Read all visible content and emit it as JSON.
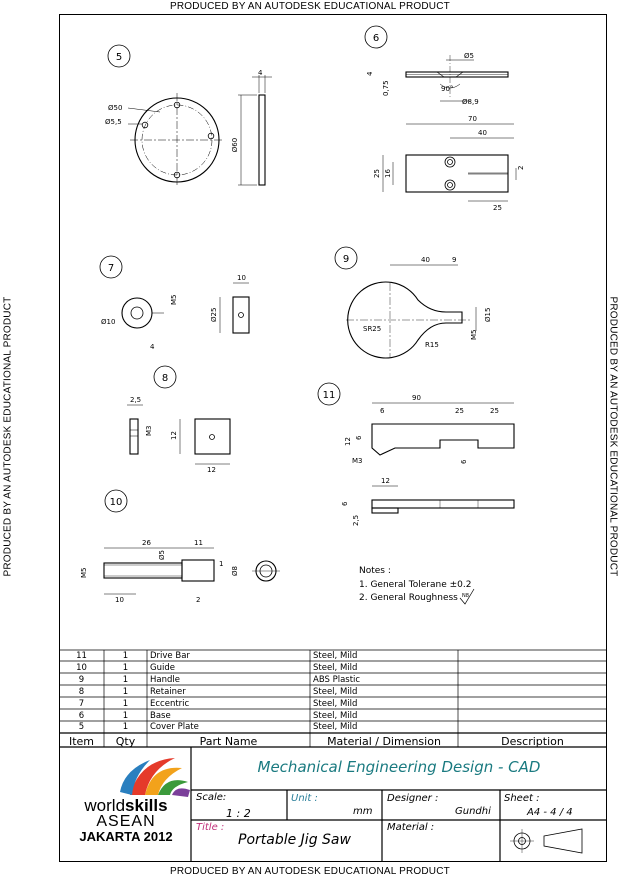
{
  "watermark": "PRODUCED BY AN AUTODESK EDUCATIONAL PRODUCT",
  "views": {
    "v5": {
      "balloon": "5",
      "dims": [
        "Ø50",
        "Ø5,5",
        "Ø60",
        "4"
      ]
    },
    "v6": {
      "balloon": "6",
      "dims": [
        "Ø5",
        "4",
        "0,75",
        "90°",
        "Ø8,9",
        "70",
        "40",
        "25",
        "16",
        "2",
        "25"
      ]
    },
    "v7": {
      "balloon": "7",
      "dims": [
        "M5",
        "Ø10",
        "4",
        "10",
        "Ø25"
      ]
    },
    "v8": {
      "balloon": "8",
      "dims": [
        "2,5",
        "M3",
        "12",
        "12"
      ]
    },
    "v9": {
      "balloon": "9",
      "dims": [
        "40",
        "9",
        "SR25",
        "R15",
        "Ø15",
        "M5"
      ]
    },
    "v10": {
      "balloon": "10",
      "dims": [
        "26",
        "11",
        "Ø5",
        "M5",
        "Ø8",
        "1",
        "10",
        "2"
      ]
    },
    "v11": {
      "balloon": "11",
      "dims": [
        "90",
        "6",
        "25",
        "25",
        "12",
        "6",
        "M3",
        "6",
        "12",
        "6",
        "2,5"
      ]
    }
  },
  "notes": {
    "title": "Notes :",
    "items": [
      "1. General Tolerane ±0.2",
      "2. General Roughness"
    ],
    "roughness_symbol": "N8"
  },
  "bom": {
    "headers": [
      "Item",
      "Qty",
      "Part Name",
      "Material / Dimension",
      "Description"
    ],
    "rows": [
      [
        "11",
        "1",
        "Drive Bar",
        "Steel, Mild",
        ""
      ],
      [
        "10",
        "1",
        "Guide",
        "Steel, Mild",
        ""
      ],
      [
        "9",
        "1",
        "Handle",
        "ABS Plastic",
        ""
      ],
      [
        "8",
        "1",
        "Retainer",
        "Steel, Mild",
        ""
      ],
      [
        "7",
        "1",
        "Eccentric",
        "Steel, Mild",
        ""
      ],
      [
        "6",
        "1",
        "Base",
        "Steel, Mild",
        ""
      ],
      [
        "5",
        "1",
        "Cover Plate",
        "Steel, Mild",
        ""
      ]
    ]
  },
  "title_block": {
    "heading": "Mechanical Engineering Design - CAD",
    "scale_label": "Scale:",
    "scale_value": "1 : 2",
    "unit_label": "Unit :",
    "unit_value": "mm",
    "designer_label": "Designer :",
    "designer_value": "Gundhi",
    "sheet_label": "Sheet :",
    "sheet_value": "A4 - 4 / 4",
    "title_label": "Title :",
    "title_value": "Portable Jig Saw",
    "material_label": "Material :",
    "logo": {
      "line1": "world",
      "line1b": "skills",
      "line2": "ASEAN",
      "line3": "JAKARTA 2012"
    }
  },
  "colors": {
    "teal": "#1a7a80",
    "title_label": "#c0307a",
    "unit_label": "#2a7f9a"
  }
}
